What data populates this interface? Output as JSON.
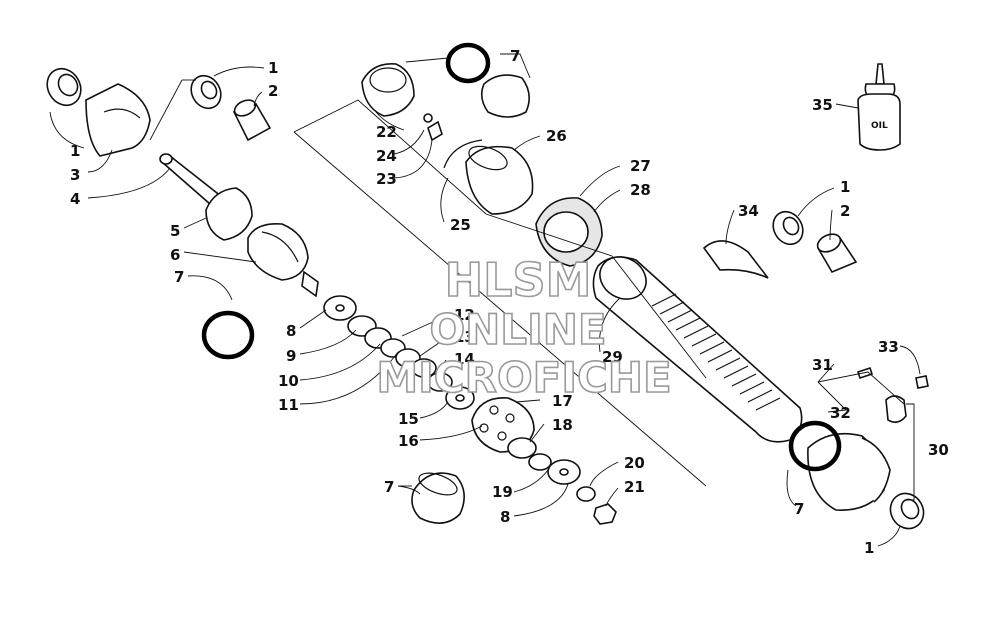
{
  "watermark": {
    "line1": "HLSM",
    "line2": "ONLINE",
    "line3": "MICROFICHE"
  },
  "oil_bottle_label": "OIL",
  "callouts": {
    "c1a": "1",
    "c2a": "2",
    "c1b": "1",
    "c3": "3",
    "c4": "4",
    "c5": "5",
    "c6": "6",
    "c7a": "7",
    "c7b": "7",
    "c22": "22",
    "c24": "24",
    "c23": "23",
    "c26": "26",
    "c25": "25",
    "c27": "27",
    "c28": "28",
    "c8a": "8",
    "c9": "9",
    "c10": "10",
    "c11": "11",
    "c12": "12",
    "c13": "13",
    "c14": "14",
    "c15": "15",
    "c16": "16",
    "c17": "17",
    "c18": "18",
    "c7c": "7",
    "c19": "19",
    "c8b": "8",
    "c20": "20",
    "c21": "21",
    "c29": "29",
    "c34": "34",
    "c1c": "1",
    "c2b": "2",
    "c35": "35",
    "c33": "33",
    "c31": "31",
    "c32": "32",
    "c30": "30",
    "c7d": "7",
    "c1d": "1"
  }
}
